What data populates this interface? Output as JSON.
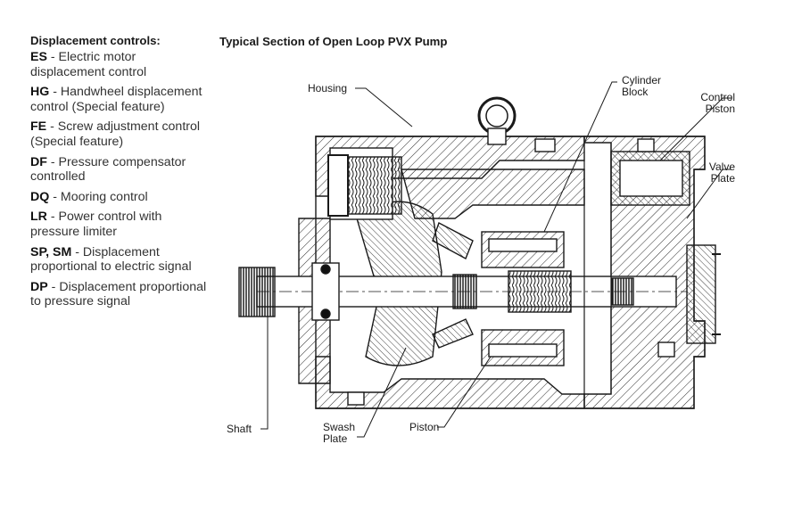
{
  "controls": {
    "heading": "Displacement controls:",
    "items": [
      {
        "code": "ES",
        "desc": " - Electric motor displacement control"
      },
      {
        "code": "HG",
        "desc": " - Handwheel displacement control (Special feature)"
      },
      {
        "code": "FE",
        "desc": " - Screw adjustment control (Special feature)"
      },
      {
        "code": "DF",
        "desc": " - Pressure compensator controlled"
      },
      {
        "code": "DQ",
        "desc": " - Mooring control"
      },
      {
        "code": "LR",
        "desc": " - Power control with pressure limiter"
      },
      {
        "code": "SP, SM",
        "desc": " - Displacement proportional to electric signal"
      },
      {
        "code": "DP",
        "desc": " - Displacement proportional to pressure signal"
      }
    ]
  },
  "diagram": {
    "title": "Typical Section of Open Loop PVX Pump",
    "labels": {
      "housing": "Housing",
      "cylinder_block_1": "Cylinder",
      "cylinder_block_2": "Block",
      "control_piston_1": "Control",
      "control_piston_2": "Piston",
      "valve_plate_1": "Valve",
      "valve_plate_2": "Plate",
      "shaft": "Shaft",
      "swash_plate_1": "Swash",
      "swash_plate_2": "Plate",
      "piston": "Piston"
    }
  }
}
